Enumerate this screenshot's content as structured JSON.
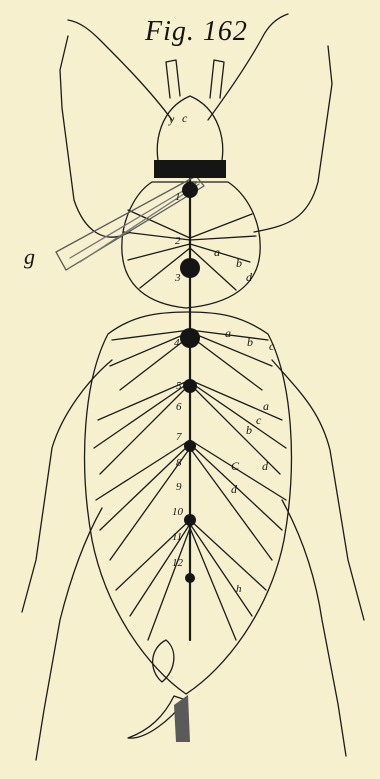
{
  "figure": {
    "title": "Fig. 162",
    "labels": [
      {
        "id": "g",
        "text": "g"
      },
      {
        "id": "y",
        "text": "y"
      },
      {
        "id": "c1",
        "text": "c"
      },
      {
        "id": "a1",
        "text": "a"
      },
      {
        "id": "b1",
        "text": "b"
      },
      {
        "id": "d1",
        "text": "d"
      },
      {
        "id": "a2",
        "text": "a"
      },
      {
        "id": "b2",
        "text": "b"
      },
      {
        "id": "c2",
        "text": "c"
      },
      {
        "id": "a3",
        "text": "a"
      },
      {
        "id": "b3",
        "text": "b"
      },
      {
        "id": "c3",
        "text": "c"
      },
      {
        "id": "d3",
        "text": "d"
      },
      {
        "id": "c4",
        "text": "C"
      },
      {
        "id": "d4",
        "text": "d"
      },
      {
        "id": "n1",
        "text": "1"
      },
      {
        "id": "n2",
        "text": "2"
      },
      {
        "id": "n3",
        "text": "3"
      },
      {
        "id": "n4",
        "text": "4"
      },
      {
        "id": "n5",
        "text": "5"
      },
      {
        "id": "n6",
        "text": "6"
      },
      {
        "id": "n7",
        "text": "7"
      },
      {
        "id": "n8",
        "text": "8"
      },
      {
        "id": "n9",
        "text": "9"
      },
      {
        "id": "n10",
        "text": "10"
      },
      {
        "id": "n11",
        "text": "11"
      },
      {
        "id": "n12",
        "text": "12"
      },
      {
        "id": "h1",
        "text": "h"
      }
    ]
  }
}
